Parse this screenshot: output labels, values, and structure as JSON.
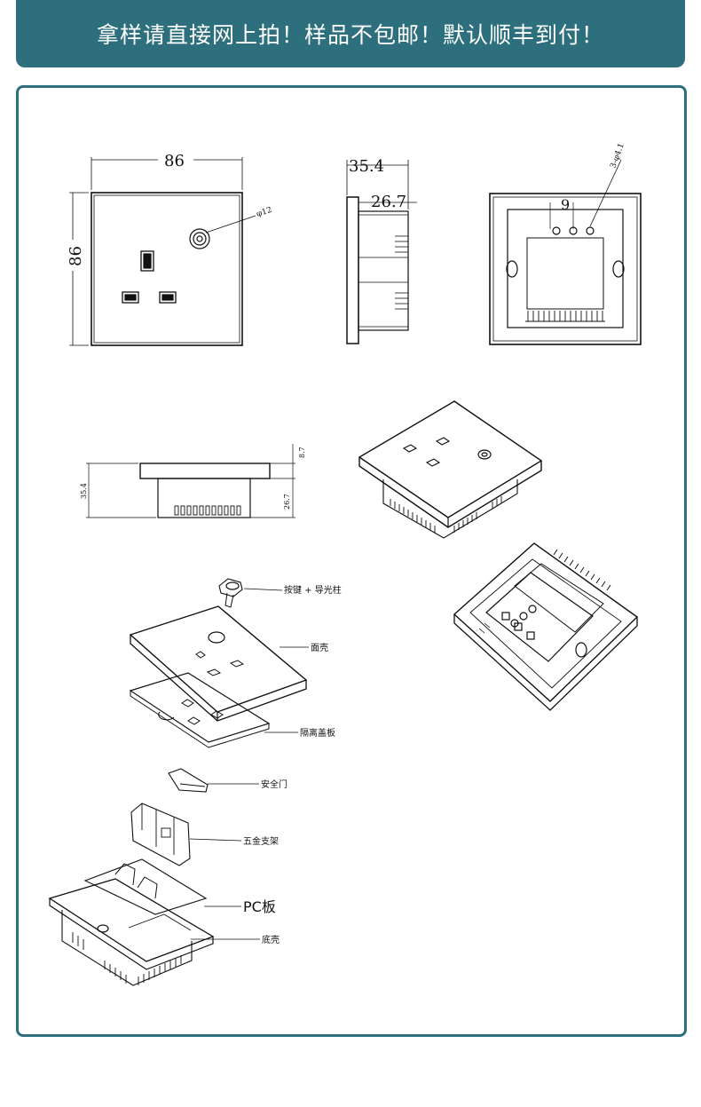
{
  "banner": {
    "text": "拿样请直接网上拍！样品不包邮！默认顺丰到付！",
    "color": "#2d6f7c"
  },
  "dimensions": {
    "front_width": "86",
    "front_height": "86",
    "button_dia": "φ12",
    "side_depth": "35.4",
    "side_inner": "26.7",
    "rear_spacing": "9",
    "rear_holes": "3-φ4.1",
    "bottom_depth": "35.4",
    "bottom_inner": "26.7",
    "bottom_plate": "8.7"
  },
  "parts": {
    "button": "按键 + 导光柱",
    "face": "面壳",
    "cover": "隔离盖板",
    "shutter": "安全门",
    "bracket": "五金支架",
    "pcb": "PC板",
    "base": "底壳"
  }
}
